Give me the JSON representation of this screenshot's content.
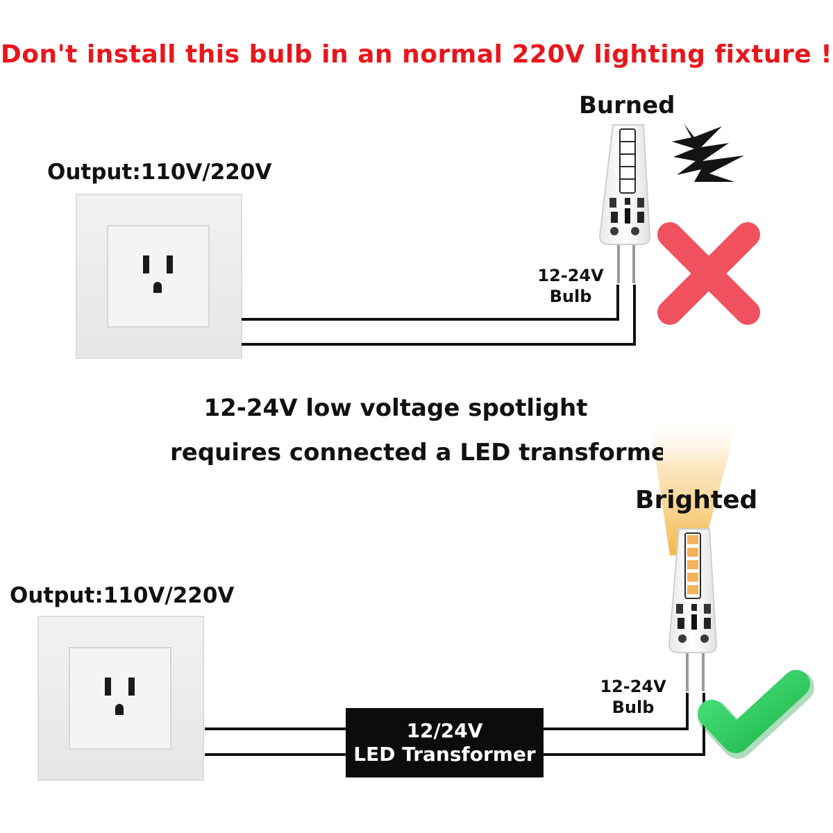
{
  "warning": "Don't install this bulb in an normal 220V lighting fixture !",
  "scenario_bad": {
    "output_label": "Output:110V/220V",
    "status_label": "Burned",
    "bulb_label_line1": "12-24V",
    "bulb_label_line2": "Bulb",
    "result_icon": "red-x-icon"
  },
  "middle_text": {
    "line1": "12-24V low voltage spotlight",
    "line2": "requires connected a LED transformer"
  },
  "scenario_good": {
    "output_label": "Output:110V/220V",
    "status_label": "Brighted",
    "bulb_label_line1": "12-24V",
    "bulb_label_line2": "Bulb",
    "transformer_line1": "12/24V",
    "transformer_line2": "LED Transformer",
    "result_icon": "green-check-icon"
  },
  "colors": {
    "warning": "#e8161b",
    "cross": "#f0515e",
    "check": "#2fd160",
    "glow": "#f5b84c"
  }
}
